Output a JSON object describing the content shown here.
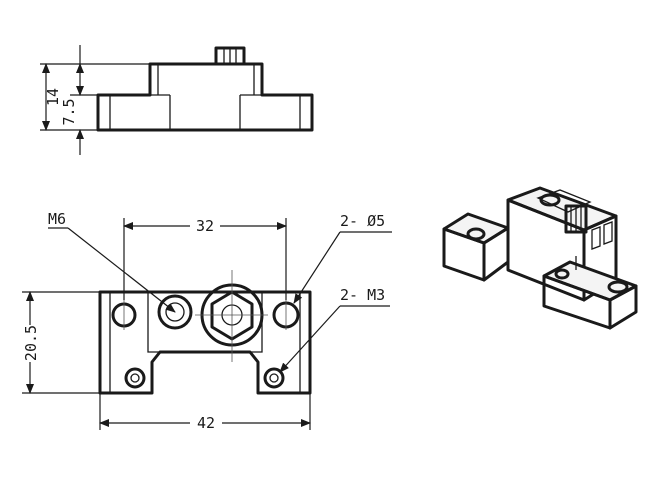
{
  "side_view": {
    "height_total": "14",
    "height_base": "7.5"
  },
  "top_view": {
    "thread_large": "M6",
    "spacing": "32",
    "hole_label": "2- Ø5",
    "screw_label": "2- M3",
    "depth": "20.5",
    "width": "42"
  }
}
